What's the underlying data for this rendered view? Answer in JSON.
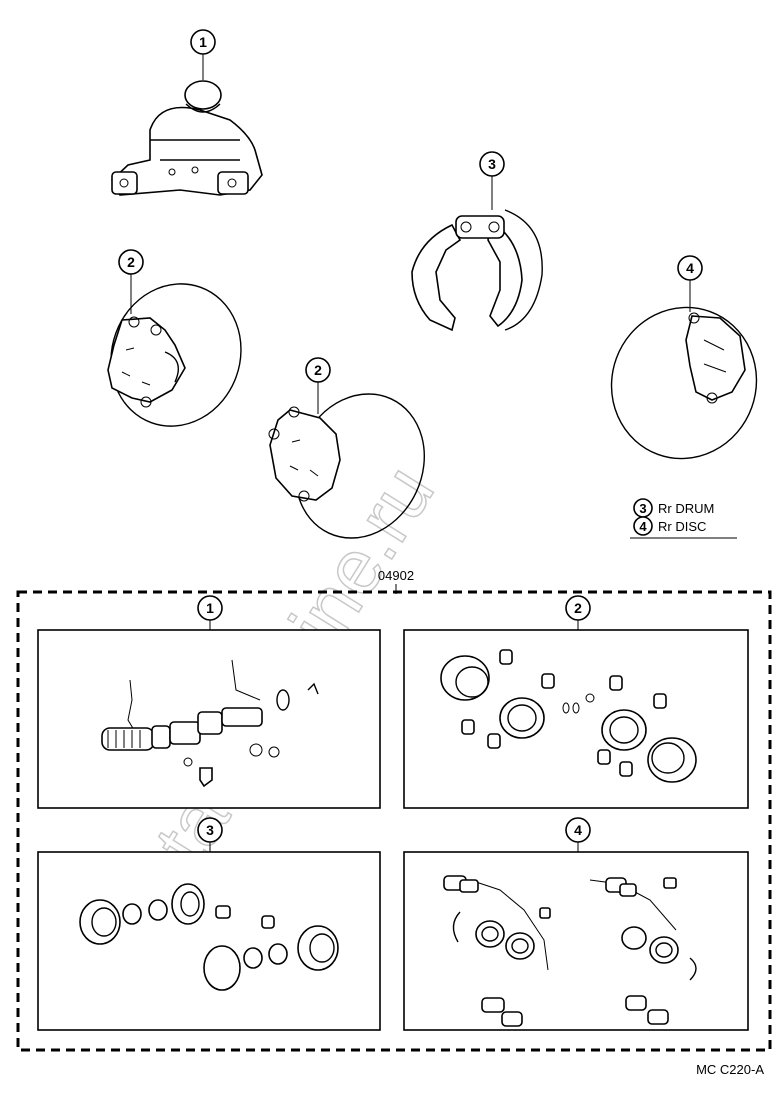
{
  "callouts": {
    "c1": "1",
    "c2": "2",
    "c2b": "2",
    "c3": "3",
    "c4": "4"
  },
  "legend": {
    "drum_num": "3",
    "drum_label": "Rr DRUM",
    "disc_num": "4",
    "disc_label": "Rr DISC"
  },
  "kit": {
    "part_number": "04902",
    "panel_1": "1",
    "panel_2": "2",
    "panel_3": "3",
    "panel_4": "4"
  },
  "footer": {
    "code": "MC C220-A"
  },
  "watermark": {
    "text": "ToyotaCarMine.ru"
  }
}
